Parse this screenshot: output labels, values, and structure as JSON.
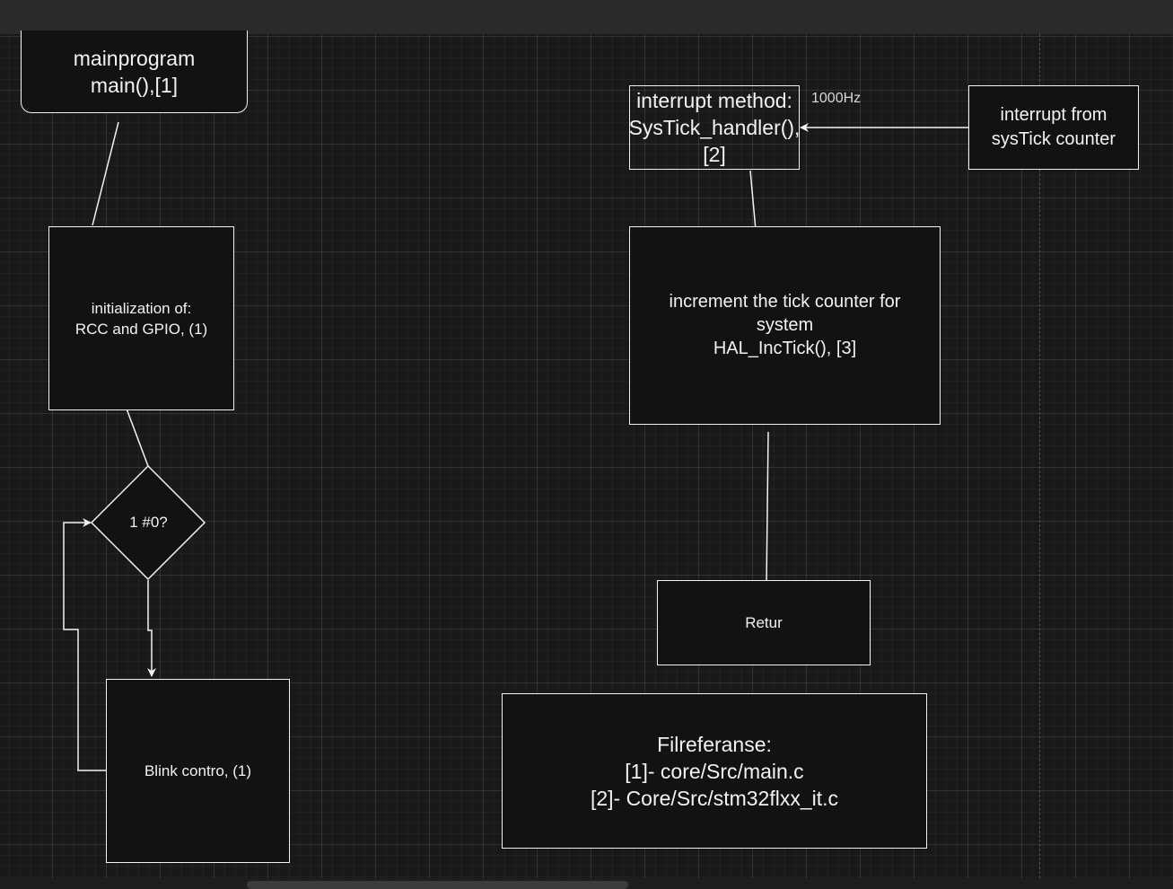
{
  "diagram": {
    "nodes": {
      "main_program": "mainprogram\nmain(),[1]",
      "init": "initialization of:\nRCC and GPIO, (1)",
      "condition": "1 #0?",
      "blink": "Blink contro, (1)",
      "interrupt_method": "interrupt method:\nSysTick_handler(),\n[2]",
      "interrupt_source": "interrupt from\nsysTick counter",
      "increment": "increment the tick counter for\nsystem\nHAL_IncTick(), [3]",
      "retur": "Retur",
      "file_reference": "Filreferanse:\n[1]- core/Src/main.c\n[2]- Core/Src/stm32flxx_it.c"
    },
    "edge_labels": {
      "frequency": "1000Hz"
    }
  }
}
